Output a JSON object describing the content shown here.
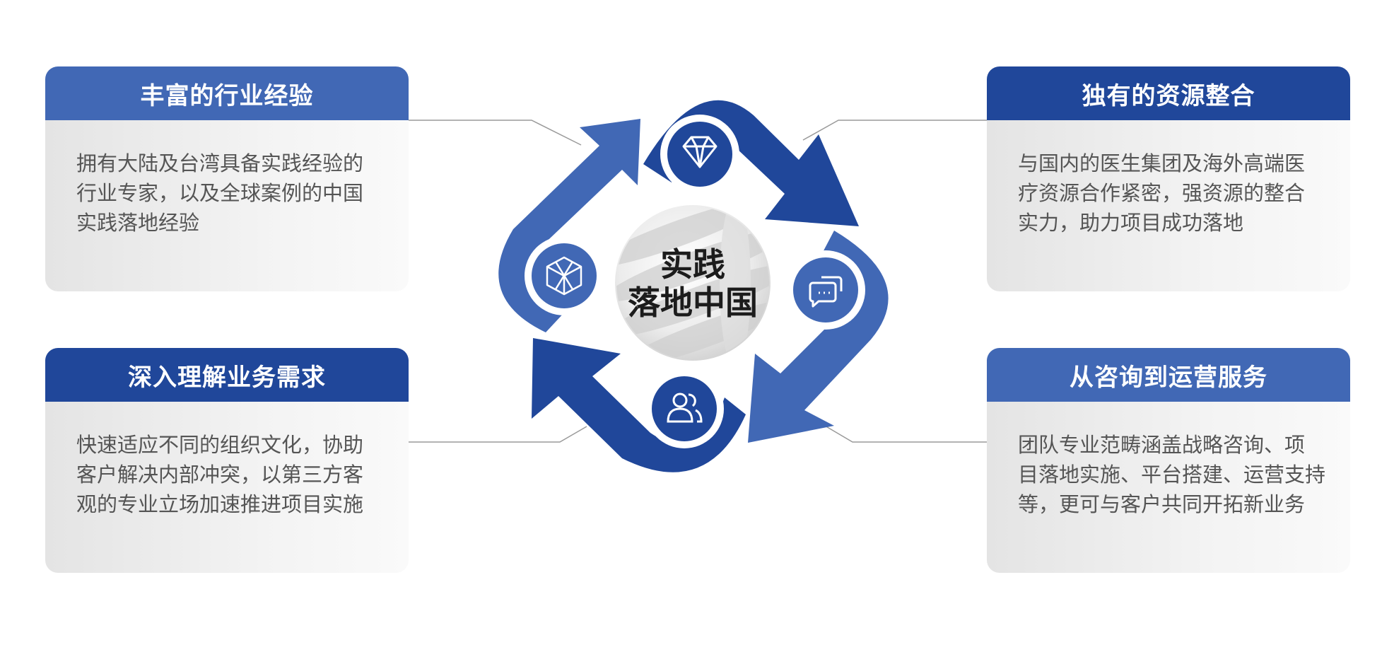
{
  "center": {
    "line1": "实践",
    "line2": "落地中国"
  },
  "cards": {
    "tl": {
      "title": "丰富的行业经验",
      "lines": [
        "拥有大陆及台湾具备实践经验的",
        "行业专家，以及全球案例的中国",
        "实践落地经验"
      ]
    },
    "tr": {
      "title": "独有的资源整合",
      "lines": [
        "与国内的医生集团及海外高端医",
        "疗资源合作紧密，强资源的整合",
        "实力，助力项目成功落地"
      ]
    },
    "bl": {
      "title": "深入理解业务需求",
      "lines": [
        "快速适应不同的组织文化，协助",
        "客户解决内部冲突，以第三方客",
        "观的专业立场加速推进项目实施"
      ]
    },
    "br": {
      "title": "从咨询到运营服务",
      "lines": [
        "团队专业范畴涵盖战略咨询、项",
        "目落地实施、平台搭建、运营支持",
        "等，更可与客户共同开拓新业务"
      ]
    }
  },
  "icons": {
    "top": "diamond-icon",
    "right": "chat-icon",
    "bottom": "users-icon",
    "left": "cube-icon"
  },
  "colors": {
    "dark_blue": "#20479a",
    "light_blue": "#4168b5",
    "card_bg": "#eeeeee",
    "body_text": "#555555"
  }
}
